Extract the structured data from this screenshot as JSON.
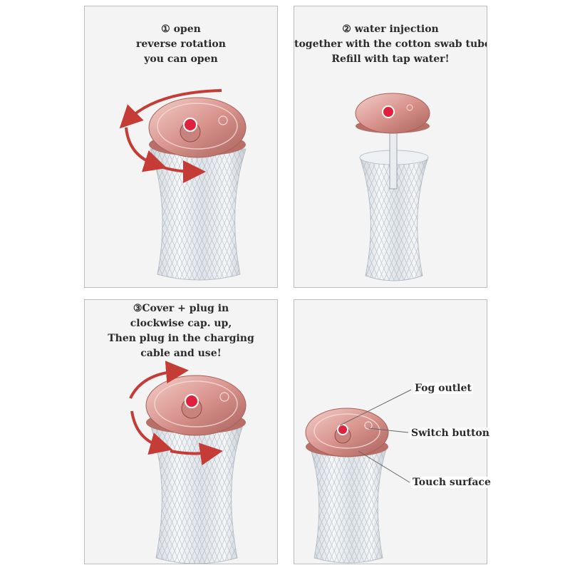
{
  "panels": [
    {
      "id": "open",
      "lines": [
        "① open",
        "reverse rotation",
        "you can open"
      ]
    },
    {
      "id": "water-injection",
      "lines": [
        "② water injection",
        "together with the cotton swab tube,",
        "Refill with tap water!"
      ]
    },
    {
      "id": "cover-plug",
      "lines": [
        "③Cover + plug in",
        "clockwise cap. up,",
        "Then plug in the charging",
        "cable and use!"
      ]
    },
    {
      "id": "parts",
      "callouts": {
        "fog_outlet": "Fog outlet",
        "switch_button": "Switch button",
        "touch_surface": "Touch surface"
      }
    }
  ],
  "colors": {
    "cap": "#d9948e",
    "cap_dark": "#b86f68",
    "arrow": "#c53b36",
    "button": "#e0213e",
    "glass": "#e4e8ec"
  },
  "icons": [
    "rotation-arrow-icon",
    "humidifier-illustration"
  ]
}
